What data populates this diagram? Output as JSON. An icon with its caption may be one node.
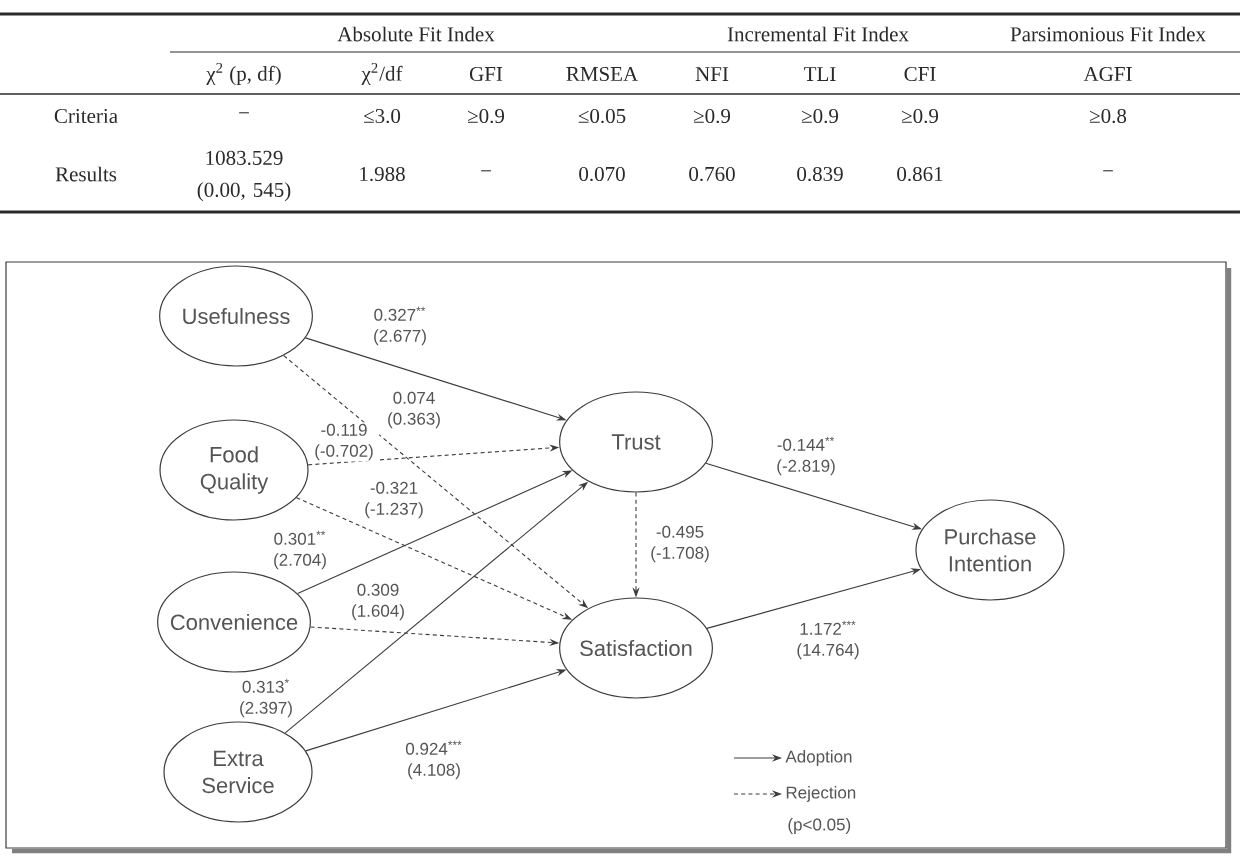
{
  "diagram": {
    "nodes": [
      {
        "text": [
          "Usefulness"
        ]
      },
      {
        "text": [
          "Food Quality"
        ]
      },
      {
        "text": [
          "Convenience"
        ]
      },
      {
        "text": [
          "Extra Service"
        ]
      },
      {
        "text": [
          "Trust"
        ]
      },
      {
        "text": [
          "Satisfaction"
        ]
      },
      {
        "text": [
          "Purchase Intention"
        ]
      }
    ],
    "edges": [
      {
        "from": 0,
        "to": 4,
        "arrow": "to",
        "label": "0.327$^{**}$ (2.677)"
      },
      {
        "from": 0,
        "to": 5,
        "arrow": "to",
        "style": "dashed",
        "label": "0.074 (0.363)"
      },
      {
        "from": 1,
        "to": 4,
        "arrow": "to",
        "style": "dashed",
        "label": "-0.119 (-0.702)"
      },
      {
        "from": 1,
        "to": 5,
        "arrow": "to",
        "style": "dashed",
        "label": "-0.321 (-1.237)"
      },
      {
        "from": 2,
        "to": 4,
        "arrow": "to",
        "label": "0.301$^{**}$ (2.704)"
      },
      {
        "from": 2,
        "to": 5,
        "arrow": "to",
        "style": "dashed",
        "label": "0.309 (1.604)"
      },
      {
        "from": 3,
        "to": 4,
        "arrow": "to",
        "label": "0.313$^{*}$ (2.397)"
      },
      {
        "from": 3,
        "to": 5,
        "arrow": "to",
        "label": "0.924$^{***}$ (4.108)"
      },
      {
        "from": 4,
        "to": 5,
        "arrow": "to",
        "style": "dashed",
        "label": "-0.495 (-1.708)"
      },
      {
        "from": 4,
        "to": 6,
        "arrow": "to",
        "label": "-0.144$^{**}$ (-2.819)"
      },
      {
        "from": 5,
        "to": 6,
        "arrow": "to",
        "label": "1.172$^{***}$ (14.764)"
      }
    ],
    "labels": [
      "Absolute Fit Index",
      "Incremental Fit Index",
      "Parsimonious Fit Index",
      "χ$^{2}$ (p, df)",
      "χ$^{2}$/df",
      "GFI",
      "RMSEA",
      "NFI",
      "TLI",
      "CFI",
      "AGFI",
      "Criteria",
      "−",
      "≤3.0",
      "≥0.9",
      "≤0.05",
      "≥0.9",
      "≥0.9",
      "≥0.9",
      "≥0.8",
      "Results",
      "1083.529 (0.00, 545)",
      "1.988",
      "−",
      "0.070",
      "0.760",
      "0.839",
      "0.861",
      "−",
      "(p<0.05)"
    ],
    "legend": [
      {
        "text": "Adoption"
      },
      {
        "text": "Rejection"
      }
    ]
  }
}
